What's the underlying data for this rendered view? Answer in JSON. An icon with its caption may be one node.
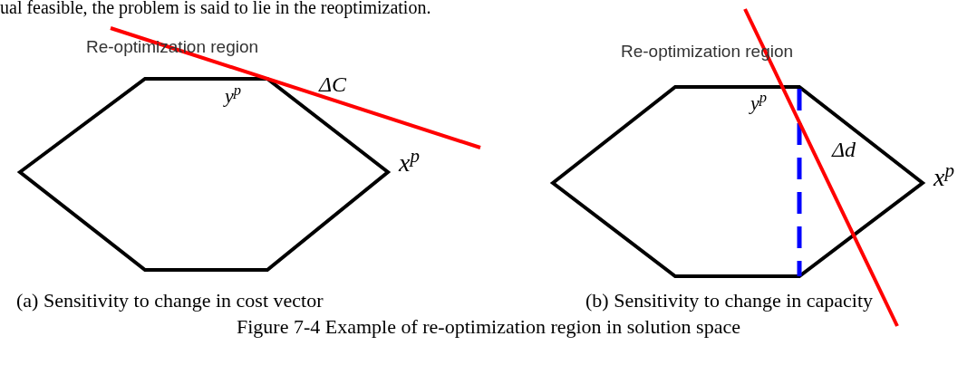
{
  "diagram": {
    "caption": "Figure 7-4 Example of re-optimization region in solution space",
    "labels": [
      "ual feasible, the problem is said to lie in the reoptimization.",
      "Re-optimization region",
      "y$^{p}$",
      "ΔC",
      "x$^{p}$",
      "Re-optimization region",
      "y$^{p}$",
      "Δd",
      "x$^{p}$",
      "(a) Sensitivity to change in cost vector",
      "(b) Sensitivity to change in capacity"
    ]
  }
}
